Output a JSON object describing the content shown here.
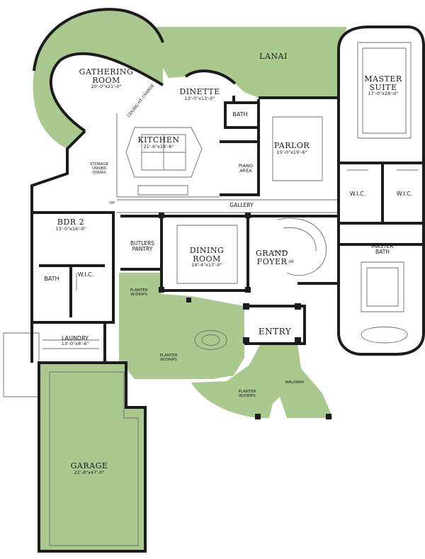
{
  "colors": {
    "green": "#a9c98e",
    "wall": "#1c1c1c",
    "line": "#6d6d6d",
    "background": "#ffffff"
  },
  "rooms": {
    "gathering": {
      "name_1": "GATHERING",
      "name_2": "ROOM",
      "dims": "20'-0\"x21'-0\""
    },
    "lanai": {
      "name": "LANAI"
    },
    "dinette": {
      "name": "DINETTE",
      "dims": "13'-0\"x13'-0\""
    },
    "master_suite": {
      "name_1": "MASTER",
      "name_2": "SUITE",
      "dims": "17'-0\"x28'-0\""
    },
    "kitchen": {
      "name": "KITCHEN",
      "dims": "21'-6\"x18'-6\""
    },
    "bath_upper": {
      "name": "BATH"
    },
    "parlor": {
      "name": "PARLOR",
      "dims": "15'-0\"x19'-6\""
    },
    "piano": {
      "name_1": "PIANO",
      "name_2": "AREA"
    },
    "wic_left": {
      "name": "W.I.C."
    },
    "wic_right": {
      "name": "W.I.C."
    },
    "gallery": {
      "name": "GALLERY"
    },
    "bdr2": {
      "name": "BDR 2",
      "dims": "13'-0\"x16'-0\""
    },
    "butlers": {
      "name_1": "BUTLERS",
      "name_2": "PANTRY"
    },
    "dining": {
      "name_1": "DINING",
      "name_2": "ROOM",
      "dims": "18'-4\"x17'-0\""
    },
    "foyer": {
      "name_1": "GRAND",
      "name_2": "FOYER"
    },
    "master_bath": {
      "name_1": "MASTER",
      "name_2": "BATH"
    },
    "bath_lower": {
      "name": "BATH"
    },
    "wic_lower": {
      "name": "W.I.C."
    },
    "entry": {
      "name": "ENTRY"
    },
    "laundry": {
      "name": "LAUNDRY",
      "dims": "13'-0\"x8'-6\""
    },
    "garage": {
      "name": "GARAGE",
      "dims": "22'-8\"x47'-0\""
    }
  },
  "annotations": {
    "ceiling_change": "CEILING HT. CHANGE",
    "storage_1": "STORAGE",
    "storage_2": "UNDER",
    "storage_3": "STAIRS",
    "up_stair": "UP",
    "up_foyer": "UP",
    "planter_1": "PLANTER",
    "planter_1b": "W/DRIPS",
    "planter_2": "PLANTER",
    "planter_2b": "W/DRIPS",
    "planter_3": "PLANTER",
    "planter_3b": "W/DRIPS",
    "walkway": "WALKWAY"
  }
}
